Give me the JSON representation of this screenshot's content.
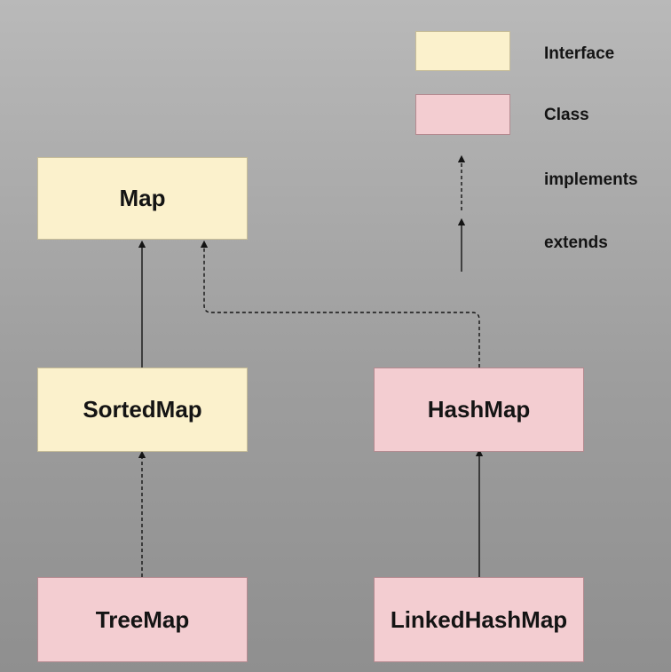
{
  "legend": {
    "interface_label": "Interface",
    "class_label": "Class",
    "implements_label": "implements",
    "extends_label": "extends"
  },
  "nodes": {
    "map": {
      "label": "Map",
      "kind": "interface"
    },
    "sorted_map": {
      "label": "SortedMap",
      "kind": "interface"
    },
    "hash_map": {
      "label": "HashMap",
      "kind": "class"
    },
    "tree_map": {
      "label": "TreeMap",
      "kind": "class"
    },
    "linked_hash_map": {
      "label": "LinkedHashMap",
      "kind": "class"
    }
  },
  "relations": [
    {
      "from": "SortedMap",
      "to": "Map",
      "type": "extends"
    },
    {
      "from": "HashMap",
      "to": "Map",
      "type": "implements"
    },
    {
      "from": "TreeMap",
      "to": "SortedMap",
      "type": "implements"
    },
    {
      "from": "LinkedHashMap",
      "to": "HashMap",
      "type": "extends"
    }
  ],
  "colors": {
    "interface_fill": "#fbf1cc",
    "class_fill": "#f3cdd1",
    "arrow": "#141414"
  }
}
